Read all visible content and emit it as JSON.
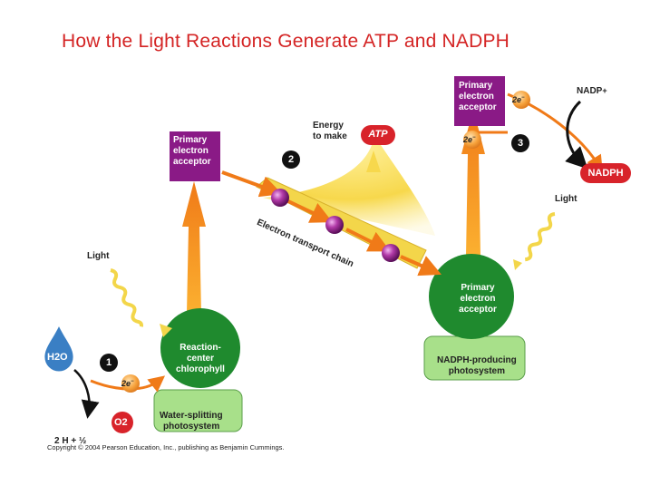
{
  "title": "How the Light Reactions Generate ATP and NADPH",
  "labels": {
    "energy_to_make": [
      "Energy",
      "to make"
    ],
    "atp": "ATP",
    "nadp_plus": "NADP",
    "nadph": "NADPH",
    "light_left": "Light",
    "light_right": "Light",
    "electron_transport_chain": "Electron transport chain",
    "primary_acceptor_left": [
      "Primary",
      "electron",
      "acceptor"
    ],
    "primary_acceptor_right_top": [
      "Primary",
      "electron",
      "acceptor"
    ],
    "primary_acceptor_right_circle": [
      "Primary",
      "electron",
      "acceptor"
    ],
    "reaction_center": [
      "Reaction-",
      "center",
      "chlorophyll"
    ],
    "water_splitting": [
      "Water-splitting",
      "photosystem"
    ],
    "nadph_producing": [
      "NADPH-producing",
      "photosystem"
    ],
    "h2o": "H2O",
    "o2": "O2",
    "two_e": "2e",
    "two_h_plus": "2 H + ½",
    "steps": [
      "1",
      "2",
      "3"
    ]
  },
  "copyright": "Copyright © 2004 Pearson Education, Inc., publishing as Benjamin Cummings.",
  "colors": {
    "title": "#d42424",
    "green": "#1f8a2e",
    "light_green": "#a8e08a",
    "purple_box": "#8a1a86",
    "orange": "#f08a1c",
    "yellow": "#f3d64a",
    "red_badge": "#d8232a",
    "blue_drop": "#3a7fc4"
  }
}
